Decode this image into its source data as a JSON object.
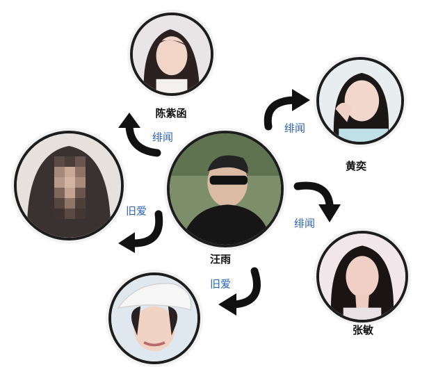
{
  "people": {
    "center": {
      "name": "汪雨"
    },
    "top": {
      "name": "陈紫函"
    },
    "right": {
      "name": "黄奕"
    },
    "lower_right": {
      "name": "张敏"
    },
    "bottom": {
      "name": ""
    },
    "left": {
      "name": ""
    }
  },
  "relations": {
    "top": "绯闻",
    "right": "绯闻",
    "lower_right": "绯闻",
    "left": "旧爱",
    "bottom": "旧爱"
  },
  "colors": {
    "ring": "#1d1d1d",
    "label": "#2a63b5",
    "arrow": "#111111"
  }
}
